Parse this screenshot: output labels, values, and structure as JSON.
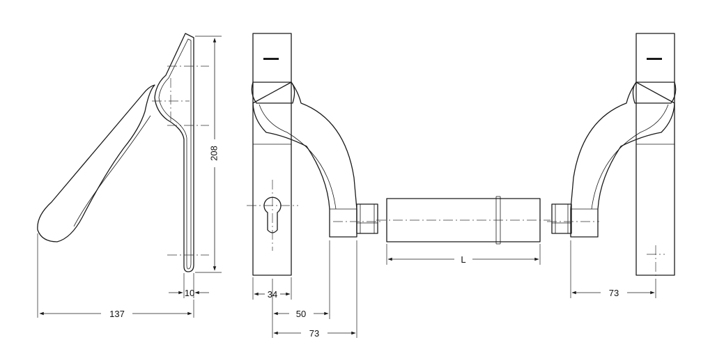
{
  "colors": {
    "line": "#1a1a1a",
    "background": "#ffffff"
  },
  "dimensions": {
    "height": "208",
    "plate_offset": "10",
    "side_depth": "137",
    "plate_width": "34",
    "spindle_offset": "50",
    "projection_left": "73",
    "spindle_length": "L",
    "projection_right": "73"
  }
}
